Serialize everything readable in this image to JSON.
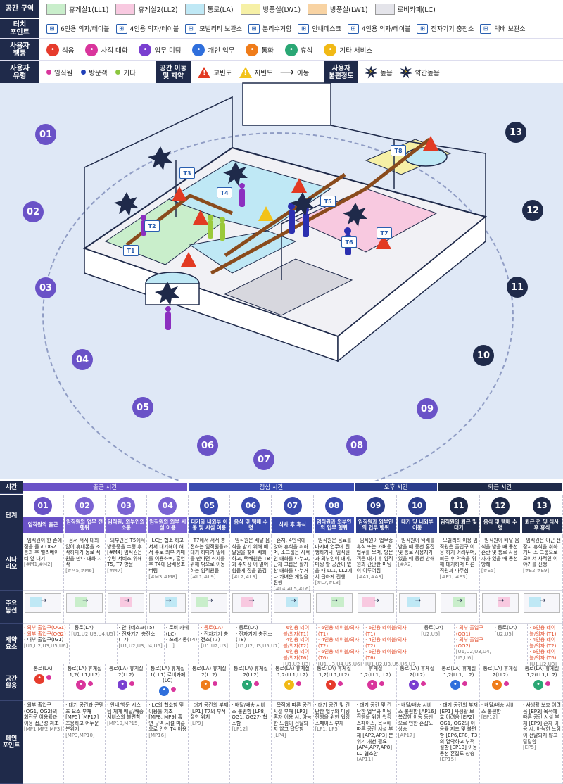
{
  "legend": {
    "space_zone": {
      "label": "공간 구역",
      "items": [
        {
          "label": "휴게실1(LL1)",
          "color": "#c9eecb"
        },
        {
          "label": "휴게실2(LL2)",
          "color": "#f8c9e0"
        },
        {
          "label": "통로(LA)",
          "color": "#bfe8f5"
        },
        {
          "label": "방풍실(LW1)",
          "color": "#f6f0a6"
        },
        {
          "label": "방풍실(LW1)",
          "color": "#f8d3a3"
        },
        {
          "label": "로비카페(LC)",
          "color": "#e4e4ea"
        }
      ]
    },
    "touch_point": {
      "label": "터치\n포인트",
      "items": [
        {
          "label": "6인용 의자/테이블",
          "code": "T1"
        },
        {
          "label": "4인용 의자/테이블",
          "code": "T2"
        },
        {
          "label": "모빌리티 보관소",
          "code": "T3"
        },
        {
          "label": "분리수거함",
          "code": "T4"
        },
        {
          "label": "안내데스크",
          "code": "T5"
        },
        {
          "label": "4인용 의자/테이블",
          "code": "T6"
        },
        {
          "label": "전자기기 충전소",
          "code": "T7"
        },
        {
          "label": "택배 보관소",
          "code": "T8"
        }
      ]
    },
    "user_action": {
      "label": "사용자\n행동",
      "items": [
        {
          "label": "식음",
          "color": "#e63b2c"
        },
        {
          "label": "사적 대화",
          "color": "#d9359c"
        },
        {
          "label": "업무 미팅",
          "color": "#7a3fd0"
        },
        {
          "label": "개인 업무",
          "color": "#2f6fdc"
        },
        {
          "label": "통화",
          "color": "#ef7c1a"
        },
        {
          "label": "휴식",
          "color": "#2aa774"
        },
        {
          "label": "기타 서비스",
          "color": "#f1b915"
        }
      ]
    },
    "user_type": {
      "label": "사용자\n유형",
      "items": [
        {
          "label": "임직원",
          "color": "#d9359c"
        },
        {
          "label": "방문객",
          "color": "#1f3fb8"
        },
        {
          "label": "기타",
          "color": "#8cc63f"
        }
      ]
    },
    "constraint": {
      "label": "공간 이동\n및 제약",
      "items": [
        {
          "label": "고빈도",
          "color": "#e23a22"
        },
        {
          "label": "저빈도",
          "color": "#f2c21a"
        },
        {
          "label": "이동"
        }
      ]
    },
    "discomfort": {
      "label": "사용자\n불편정도",
      "items": [
        {
          "label": "높음"
        },
        {
          "label": "약간높음"
        }
      ]
    }
  },
  "map": {
    "markers": [
      "01",
      "02",
      "03",
      "04",
      "05",
      "06",
      "07",
      "08",
      "09",
      "10",
      "11",
      "12",
      "13"
    ],
    "tags": [
      "T1",
      "T2",
      "T3",
      "T4",
      "T5",
      "T6",
      "T7",
      "T8"
    ]
  },
  "table": {
    "time_label": "시간",
    "phases": [
      {
        "label": "출근 시간",
        "color": "#6a52c7"
      },
      {
        "label": "점심 시간",
        "color": "#3a4bb0"
      },
      {
        "label": "오후 시간",
        "color": "#2b3d8c"
      },
      {
        "label": "퇴근 시간",
        "color": "#1f2a4a"
      }
    ],
    "row_labels": {
      "stage": "단계",
      "scenario": "시나\n리오",
      "flow": "주요\n동선",
      "constraint": "제약\n요소",
      "space": "공간\n활용",
      "pain": "페인\n포인트"
    },
    "stages": [
      {
        "num": "01",
        "name": "임직원의 출근",
        "color": "#6a52c7",
        "scenario": "임직원이 한 손에 짐을 들고 OG2 통과 후 엘리베이터 앞 대기",
        "scenario_ref": "[#M1,#M2]",
        "constraints": [
          {
            "t": "외부 출입구(OG1)",
            "red": true
          },
          {
            "t": "외부 출입구(OG2)",
            "red": true
          },
          {
            "t": "내부 출입구(IG1)",
            "red": false
          }
        ],
        "constraint_ref": "[U1,U2,U3,U5,U6]",
        "space": "통로(LA)",
        "pain": "외부 출입구(OG1, OG2)의 회전문 이용률과 이용 접근성 저조",
        "pain_ref": "[MP1,MP2,MP3]"
      },
      {
        "num": "02",
        "name": "임직원의 업무 전 행위",
        "color": "#7b63d3",
        "scenario": "점서 서서 대화 없이 휴대폰을 조작하다가 동료 직원을 만나 대화 시작",
        "scenario_ref": "[#M5,#M6]",
        "constraints": [
          {
            "t": "통로(LA)",
            "red": false
          }
        ],
        "constraint_ref": "[U1,U2,U3,U4,U5]",
        "space": "통로(LA) 휴게실1,2(LL1,LL2)",
        "pain": "대기 공간과 콘텐츠 요소 부재 [MP5] [MP17] 조용하고 어두운 분위기",
        "pain_ref": "[MP3,MP10]"
      },
      {
        "num": "03",
        "name": "임직원, 외부인의 소통",
        "color": "#7b63d3",
        "scenario": "외부인은 T5에서 방문증을 수령 후 [#M4] 임직원은 수령 서비스 위해 T5, T7 방문",
        "scenario_ref": "[#M7]",
        "constraints": [
          {
            "t": "안내데스크(T5)",
            "red": false
          },
          {
            "t": "전자기기 충전소(T7)",
            "red": false
          }
        ],
        "constraint_ref": "[U1,U2,U3,U4,U5]",
        "space": "통로(LA) 휴게실2(LL2)",
        "pain": "안내/방문 시스템 체계 배달/배송 서비스의 불편함",
        "pain_ref": "[MP19,MP15]"
      },
      {
        "num": "04",
        "name": "임직원의 외부 시설 이용",
        "color": "#7b63d3",
        "scenario": "LC는 협소 하고 서서 대기해야 해서 주로 외부 카페를 이용하며, 흡연 후 T4에 담배꽁초 버림",
        "scenario_ref": "[#M3,#M8]",
        "constraints": [
          {
            "t": "로비 카페(LC)",
            "red": false
          },
          {
            "t": "쓰레기통(T4)",
            "red": false
          }
        ],
        "constraint_ref": "[...]",
        "space": "통로(LA) 휴게실1(LL1) 로비카페(LC)",
        "pain": "LC의 협소함 및 이용률 저조 [MP8, MP9] 흡연 구역 시설 미흡으로 인한 T4 이용",
        "pain_ref": "[MP16]"
      },
      {
        "num": "05",
        "name": "대기와 내외부 이동 및 시설 이용",
        "color": "#3a4bb0",
        "scenario": "T7에서 서서 충전하는 임직원들과 대기 하다가 밑에을 만나면 식사를 위해 밖으로 이동하는 임직원들",
        "scenario_ref": "[#L1,#L9]",
        "constraints": [
          {
            "t": "통로(LA)",
            "red": true
          },
          {
            "t": "전자기기 충전소(T7)",
            "red": false
          }
        ],
        "constraint_ref": "[U1,U2,U3]",
        "space": "통로(LA) 휴게실2(LL2)",
        "pain": "대기 공간의 부재 [LP1] T7의 부적절한 위치",
        "pain_ref": "[LP9]"
      },
      {
        "num": "06",
        "name": "음식 및 택배 수령",
        "color": "#3a4bb0",
        "scenario": "임직원은 배달 음식을 받기 위해 배달원을 찾아 배회하고, 택배원은 T8과 주차장 이 멀어 힘들게 짐을 옮김",
        "scenario_ref": "[#L2,#L3]",
        "constraints": [
          {
            "t": "통로(LA)",
            "red": false
          },
          {
            "t": "전자기기 충전소(T8)",
            "red": false
          }
        ],
        "constraint_ref": "[U1,U2,U3,U5,U7]",
        "space": "통로(LA) 휴게실2(LL2)",
        "pain": "배달/배송 서비스 불편함 [LP8] OG1, OG2가 협소함",
        "pain_ref": "[LP12]"
      },
      {
        "num": "07",
        "name": "식사 후 휴식",
        "color": "#3a4bb0",
        "scenario": "혼자, 4인석에 앉아 휴식을 취하며, 소그룹은 사적인 대화를 나누고, 단체 그룹은 활기찬 대화를 나누거나 가벼운 게임을 진행",
        "scenario_ref": "[#L4,#L5,#L6]",
        "constraints": [
          {
            "t": "6인용 테이블/의자(T1)",
            "red": true
          },
          {
            "t": "4인용 테이블/의자(T2)",
            "red": true
          },
          {
            "t": "6인용 테이블/의자(T6)",
            "red": true
          }
        ],
        "constraint_ref": "[U1,U2,U3]",
        "space": "통로(LA) 휴게실1,2(LL1,LL2)",
        "pain": "목적에 따른 공간 시설 부재 [LP2] 혼자 이용 시, 아늑한 느낌이 전달되지 않고 답답함",
        "pain_ref": "[LP4]"
      },
      {
        "num": "08",
        "name": "임직원과 외부인의 업무 행위",
        "color": "#3a4bb0",
        "scenario": "임직원은 음료를 마시며 업무에 진행하거나, 임직원과 외부인이 대기, 미팅 할 공간이 없을 때 LL1, LL2에서 급하게 진행",
        "scenario_ref": "[#L7,#L8]",
        "constraints": [
          {
            "t": "6인용 테이블/의자(T1)",
            "red": true
          },
          {
            "t": "4인용 테이블/의자(T2)",
            "red": true
          },
          {
            "t": "6인용 테이블/의자(T6)",
            "red": true
          }
        ],
        "constraint_ref": "[U1,U3,U4,U5,U6]",
        "space": "통로(LA) 휴게실1,2(LL1,LL2)",
        "pain": "대기 공간 및 간단한 업무와 미팅 진행을 위한 워킹스페이스 부재",
        "pain_ref": "[LP1, LP5]"
      },
      {
        "num": "09",
        "name": "임직원과 외부인의 업무 행위",
        "color": "#2b3d8c",
        "scenario": "임직원이 업무중 휴식 또는 가벼운 업무를 보며, 방문객은 대기 후 임직원과 간단한 미팅이 이루어짐",
        "scenario_ref": "[#A1,#A3]",
        "constraints": [
          {
            "t": "6인용 테이블/의자 (T1)",
            "red": true
          },
          {
            "t": "4인용 테이블/의자 (T2)",
            "red": true
          },
          {
            "t": "6인용 테이블/의자 (T6)",
            "red": true
          }
        ],
        "constraint_ref": "[U1,U2,U3,U5,U6,U7]",
        "space": "휴게실1,2(LL1,LL2)",
        "pain": "대기 공간 및 간단한 업무와 미팅 진행을 위한 워킹스페이스, 목적에 따른 공간 시설 부재 [AP2,AP3] 분위기 개선 필요 [AP4,AP7,AP8] LC 협소함",
        "pain_ref": "[AP11]"
      },
      {
        "num": "10",
        "name": "대기 및 내외부 이동",
        "color": "#2b3d8c",
        "scenario": "임직원이 택배를 받을 때 동선 혼잡 및 통로 사용자가 있을 때 동선 방해",
        "scenario_ref": "[#A2]",
        "constraints": [
          {
            "t": "통로(LA)",
            "red": false
          }
        ],
        "constraint_ref": "[U2,U5]",
        "space": "통로(LA) 휴게실2(LL2)",
        "pain": "배달/배송 서비스 불편함 [AP16] 복잡한 이동 동선으로 인한 혼잡도 상승",
        "pain_ref": "[AP17]"
      },
      {
        "num": "11",
        "name": "임직원의 퇴근 및 대기",
        "color": "#1f2a4a",
        "scenario": "모빌리티 이용 임직원은 출입구 이용 하기 어려우며, 퇴근 후 약속을 위해 대기하며 다른 직원과 마주침",
        "scenario_ref": "[#E1, #E3]",
        "constraints": [
          {
            "t": "외부 출입구(OG1)",
            "red": true
          },
          {
            "t": "외부 출입구(OG2)",
            "red": true
          }
        ],
        "constraint_ref": "[U1,U2,U3,U4, U5,U6]",
        "space": "통로(LA) 휴게실1,2(LL1,LL2)",
        "pain": "대기 공간의 부재 [EP1] 사생활 보호 어려움 [EP2] OG1, OG2의 이용률 저조 및 불편함 [EP6,EP8] T3의 열악하고 부적절함 [EP13] 이동 동선 혼잡도 상승",
        "pain_ref": "[EP15]"
      },
      {
        "num": "12",
        "name": "음식 및 택배 수령",
        "color": "#1f2a4a",
        "scenario": "임직원이 배달 음식을 받을 때 동선 혼란 및 통로 사용자가 있을 때 동선 방해",
        "scenario_ref": "[#E5]",
        "constraints": [
          {
            "t": "통로(LA)",
            "red": false
          }
        ],
        "constraint_ref": "[U2,U5]",
        "space": "통로(LA) 휴게실2(LL2)",
        "pain": "배달/배송 서비스 불편함",
        "pain_ref": "[EP12]"
      },
      {
        "num": "13",
        "name": "퇴근 전 및 식사 후 휴식",
        "color": "#1f2a4a",
        "scenario": "임직원은 야근 전 잠시 휴식을 취하거나 소 그룹으로 모여서 사적인 이야기를 진행",
        "scenario_ref": "[#E2,#E9]",
        "constraints": [
          {
            "t": "6인용 테이블/의자 (T1)",
            "red": true
          },
          {
            "t": "4인용 테이블/의자 (T2)",
            "red": true
          },
          {
            "t": "6인용 테이블/의자 (T6)",
            "red": true
          }
        ],
        "constraint_ref": "[U1,U2,U3]",
        "space": "통로(LA) 휴게실1,2(LL1,LL2)",
        "pain": "사생활 보호 어려움 [EP3] 목적에 따른 공간 시설 부재 [EP9] 혼자 이용 시, 아늑한 느낌이 전달되지 않고 답답함",
        "pain_ref": "[EP5]"
      }
    ]
  }
}
